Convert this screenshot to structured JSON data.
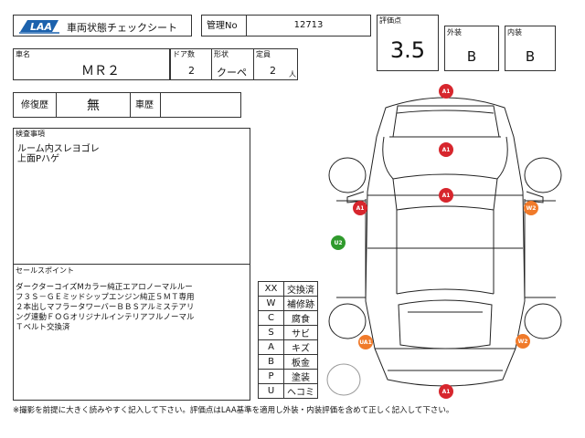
{
  "header": {
    "logo_text": "LAA",
    "title": "車両状態チェックシート",
    "mgmt_label": "管理No",
    "mgmt_value": "12713"
  },
  "grade": {
    "score_label": "評価点",
    "score_value": "3.5",
    "exterior_label": "外装",
    "exterior_value": "B",
    "interior_label": "内装",
    "interior_value": "B"
  },
  "vehicle": {
    "name_label": "車名",
    "name_value": "ＭＲ２",
    "doors_label": "ドア数",
    "doors_value": "2",
    "shape_label": "形状",
    "shape_value": "クーペ",
    "capacity_label": "定員",
    "capacity_value": "2",
    "capacity_unit": "人"
  },
  "history": {
    "repair_label": "修復歴",
    "repair_value": "無",
    "vehicle_history_label": "車歴",
    "vehicle_history_value": ""
  },
  "inspection": {
    "label": "検査事項",
    "line1": "ルーム内スレヨゴレ",
    "line2": "上面Pハゲ"
  },
  "sales": {
    "label": "セールスポイント",
    "line1": "ダークターコイズMカラー純正エアロノーマルルー",
    "line2": "フ３Ｓ－ＧＥミッドシップエンジン純正５ＭＴ専用",
    "line3": "２本出しマフラータワーバーＢＢＳアルミステアリ",
    "line4": "ング連動ＦＯＧオリジナルインテリアフルノーマル",
    "line5": "Ｔベルト交換済"
  },
  "codes": [
    {
      "code": "XX",
      "meaning": "交換済"
    },
    {
      "code": "W",
      "meaning": "補修跡"
    },
    {
      "code": "C",
      "meaning": "腐食"
    },
    {
      "code": "S",
      "meaning": "サビ"
    },
    {
      "code": "A",
      "meaning": "キズ"
    },
    {
      "code": "B",
      "meaning": "板金"
    },
    {
      "code": "P",
      "meaning": "塗装"
    },
    {
      "code": "U",
      "meaning": "ヘコミ"
    }
  ],
  "damage_markers": [
    {
      "label": "A1",
      "color": "#d7262d"
    },
    {
      "label": "A1",
      "color": "#d7262d"
    },
    {
      "label": "A1",
      "color": "#d7262d"
    },
    {
      "label": "A1",
      "color": "#d7262d"
    },
    {
      "label": "W2",
      "color": "#f07a2a"
    },
    {
      "label": "U2",
      "color": "#2f9a2c"
    },
    {
      "label": "UA1",
      "color": "#f07a2a"
    },
    {
      "label": "W2",
      "color": "#f07a2a"
    },
    {
      "label": "A1",
      "color": "#d7262d"
    }
  ],
  "footer": "※撮影を前提に大きく読みやすく記入して下さい。評価点はLAA基準を適用し外装・内装評価を含めて正しく記入して下さい。"
}
